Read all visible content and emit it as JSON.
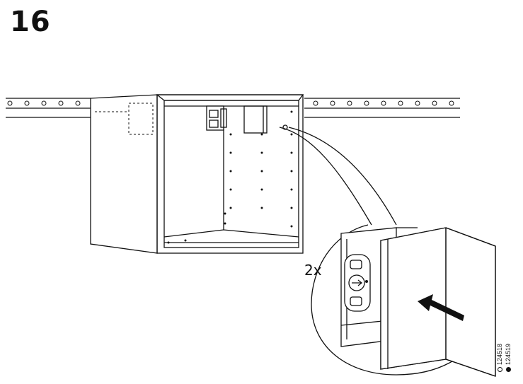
{
  "step": {
    "number": "16"
  },
  "detail": {
    "quantity": "2x"
  },
  "part_codes": {
    "outline": "124518",
    "filled": "124519"
  },
  "icons": {
    "rail": "rail-icon",
    "cabinet": "wall-cabinet-icon",
    "hinge": "hinge-plate-icon",
    "door": "door-panel-icon",
    "arrow": "push-arrow-icon"
  }
}
